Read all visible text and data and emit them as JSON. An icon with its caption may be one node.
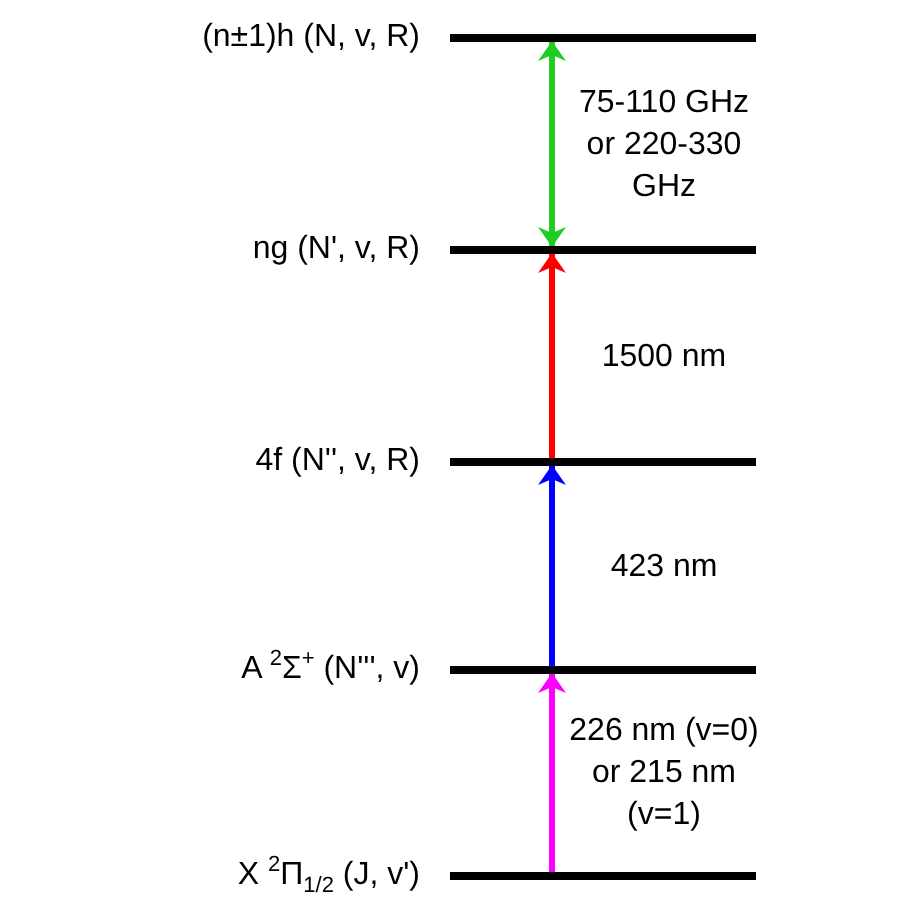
{
  "diagram": {
    "nodes": [
      {
        "text": [
          "(n±1)h (N, v, R)"
        ]
      },
      {
        "text": [
          "ng (N', v, R)"
        ]
      },
      {
        "text": [
          "4f (N'', v, R)"
        ]
      },
      {
        "text": [
          "A $^{2}$Σ$^{+}$ (N''', v)"
        ]
      },
      {
        "text": [
          "X $^{2}$Π$_{1/2}$ (J, v')"
        ]
      }
    ],
    "edges": [
      {
        "from": 1,
        "to": 0,
        "arrow": "both",
        "label": "75-110 GHz or 220-330 GHz",
        "color": "#22cc22"
      },
      {
        "from": 2,
        "to": 1,
        "arrow": "to",
        "label": "1500 nm",
        "color": "#ff0000"
      },
      {
        "from": 3,
        "to": 2,
        "arrow": "to",
        "label": "423 nm",
        "color": "#0000ff"
      },
      {
        "from": 4,
        "to": 3,
        "arrow": "to",
        "label": "226 nm (v=0) or 215 nm (v=1)",
        "color": "#ff00ff"
      }
    ]
  }
}
